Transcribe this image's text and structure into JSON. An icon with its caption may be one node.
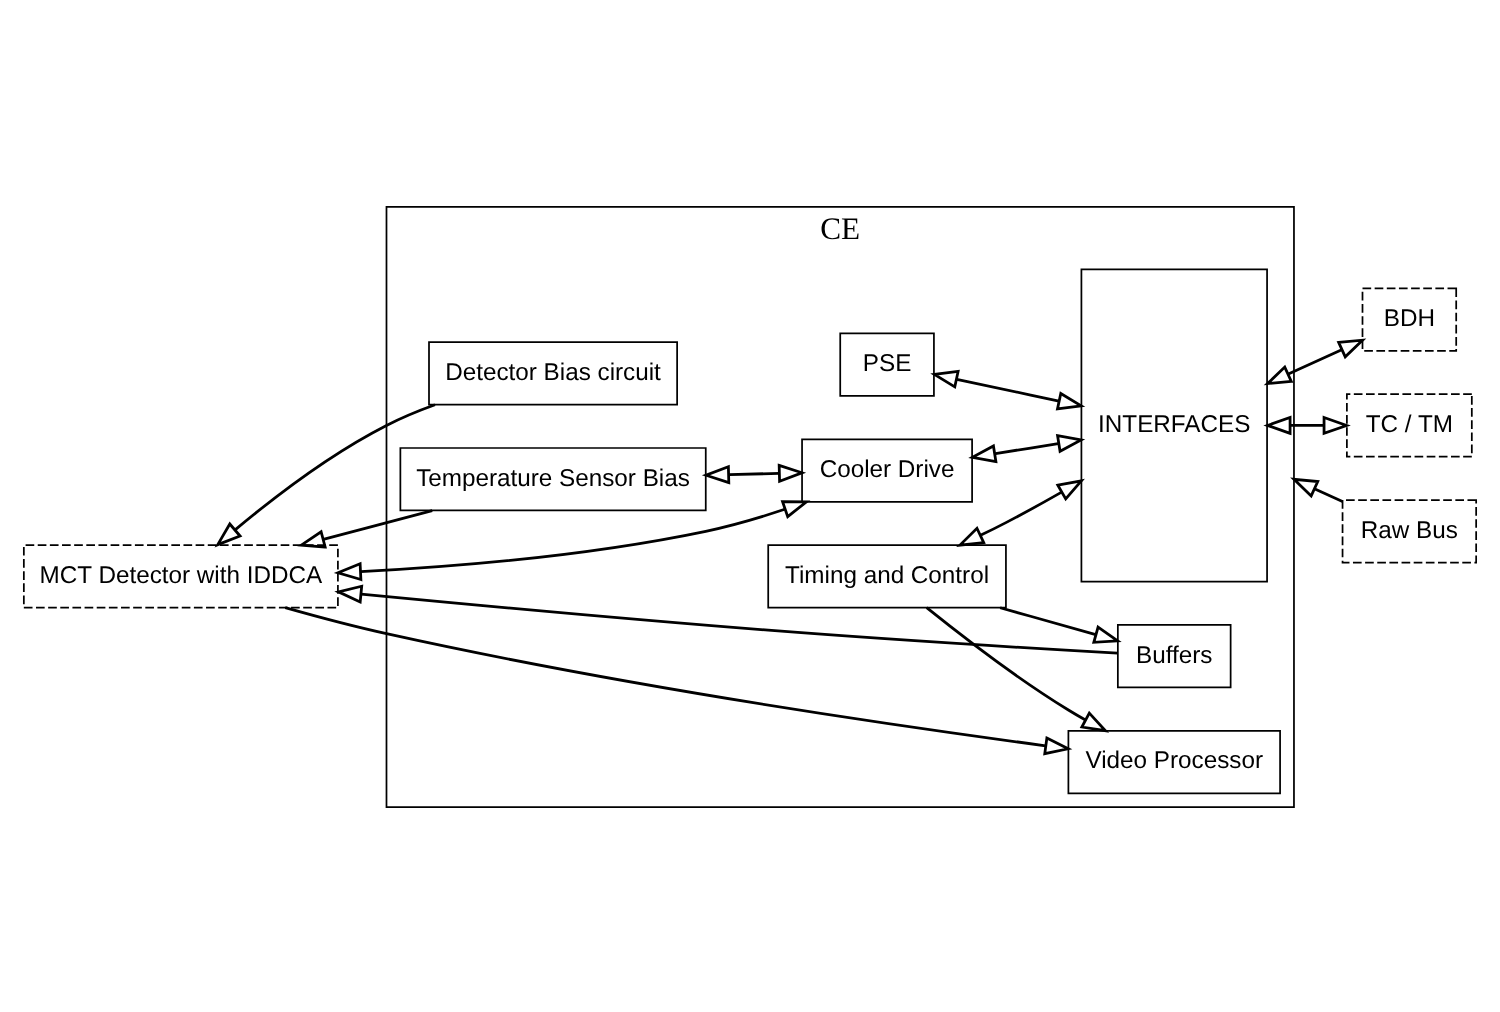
{
  "diagram": {
    "nodes": [
      {
        "text": [
          "MCT Detector with IDDCA"
        ]
      },
      {
        "text": [
          "CE"
        ]
      },
      {
        "text": [
          "Detector Bias circuit"
        ],
        "in": 1
      },
      {
        "text": [
          "Buffers"
        ],
        "in": 1
      },
      {
        "text": [
          "Timing and Control"
        ],
        "in": 1
      },
      {
        "text": [
          "Video Processor"
        ],
        "in": 1
      },
      {
        "text": [
          "PSE"
        ],
        "in": 1
      },
      {
        "text": [
          "Temperature Sensor Bias"
        ],
        "in": 1
      },
      {
        "text": [
          "Cooler Drive"
        ],
        "in": 1
      },
      {
        "text": [
          "INTERFACES"
        ],
        "in": 1
      },
      {
        "text": [
          "BDH"
        ]
      },
      {
        "text": [
          "TC / TM"
        ]
      },
      {
        "text": [
          "Raw Bus"
        ]
      }
    ],
    "edges": [
      {
        "from": 2,
        "to": 0,
        "arrow": "to"
      },
      {
        "from": 3,
        "to": 0,
        "arrow": "to"
      },
      {
        "from": 4,
        "to": 3,
        "arrow": "to"
      },
      {
        "from": 0,
        "to": 5,
        "arrow": "to"
      },
      {
        "from": 4,
        "to": 5,
        "arrow": "to"
      },
      {
        "from": 7,
        "to": 0,
        "arrow": "to"
      },
      {
        "from": 7,
        "to": 8,
        "arrow": "both"
      },
      {
        "from": 8,
        "to": 0,
        "arrow": "both"
      },
      {
        "from": 4,
        "to": 9,
        "arrow": "both"
      },
      {
        "from": 6,
        "to": 9,
        "arrow": "both"
      },
      {
        "from": 8,
        "to": 9,
        "arrow": "both"
      },
      {
        "from": 9,
        "to": 10,
        "arrow": "both"
      },
      {
        "from": 9,
        "to": 11,
        "arrow": "both"
      },
      {
        "from": 12,
        "to": 1,
        "arrow": "to"
      }
    ]
  }
}
